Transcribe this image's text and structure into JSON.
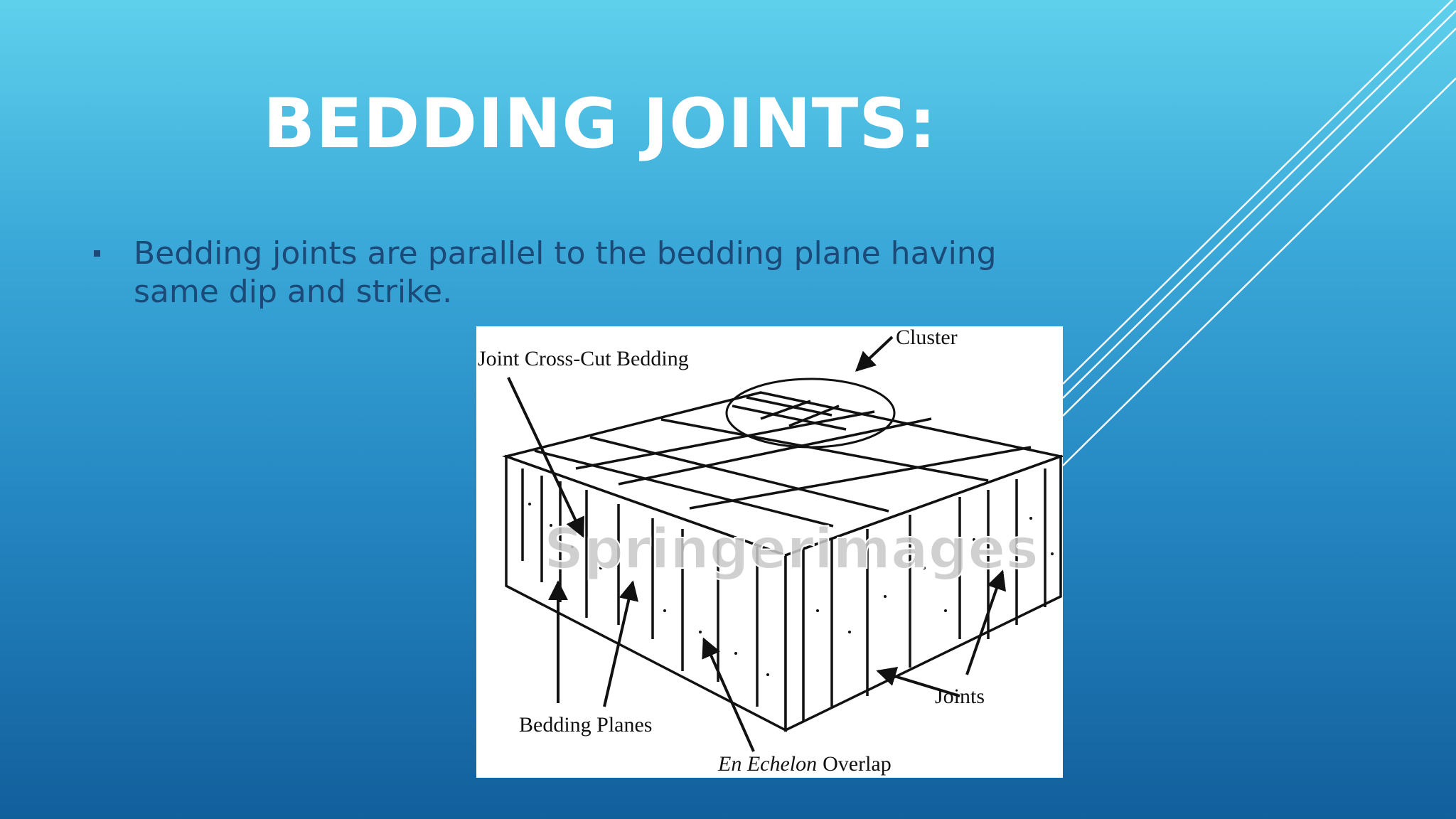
{
  "slide": {
    "title": "BEDDING JOINTS:",
    "bullet": "Bedding joints are parallel to the bedding plane having same dip and strike."
  },
  "figure": {
    "labels": {
      "cluster": "Cluster",
      "joint_cross_cut": "Joint Cross-Cut Bedding",
      "joints": "Joints",
      "bedding_planes": "Bedding Planes",
      "en_echelon": "En Echelon",
      "overlap": "Overlap"
    },
    "watermark": "Springerimages"
  },
  "colors": {
    "title": "#ffffff",
    "bullet_text": "#1c4a78",
    "background_top": "#5fd0ec",
    "background_bottom": "#125f9c"
  }
}
